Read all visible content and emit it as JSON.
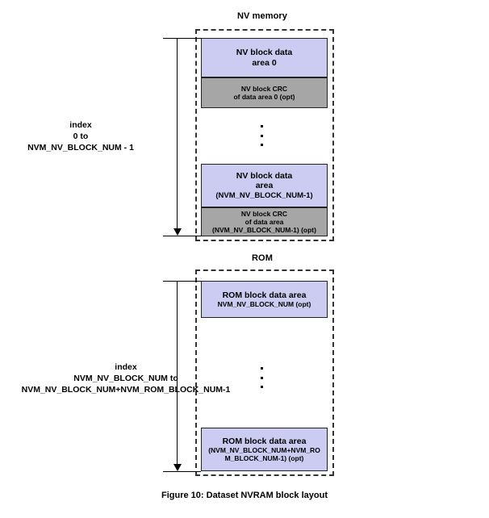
{
  "figure": {
    "caption": "Figure 10: Dataset NVRAM block layout"
  },
  "colors": {
    "data_block_fill": "#ccccf2",
    "crc_block_fill": "#a6a6a6",
    "outline": "#333333",
    "text": "#000000"
  },
  "sections": {
    "nv_memory": {
      "title": "NV memory",
      "index_label": {
        "line1": "index",
        "line2": "0 to",
        "line3": "NVM_NV_BLOCK_NUM - 1"
      },
      "blocks": [
        {
          "kind": "data",
          "line1": "NV block data",
          "line2": "area 0"
        },
        {
          "kind": "crc",
          "line1": "NV block CRC",
          "line2": "of  data area 0 (opt)"
        },
        {
          "kind": "data",
          "line1": "NV block data",
          "line2": "area",
          "line3": "(NVM_NV_BLOCK_NUM-1)"
        },
        {
          "kind": "crc",
          "line1": "NV block CRC",
          "line2": "of  data area",
          "line3": "(NVM_NV_BLOCK_NUM-1) (opt)"
        }
      ],
      "ellipsis": "⋮"
    },
    "rom": {
      "title": "ROM",
      "index_label": {
        "line1": "index",
        "line2": "NVM_NV_BLOCK_NUM to",
        "line3": "NVM_NV_BLOCK_NUM+NVM_ROM_BLOCK_NUM-1"
      },
      "blocks": [
        {
          "kind": "data",
          "line1": "ROM block data area",
          "line2": "NVM_NV_BLOCK_NUM (opt)"
        },
        {
          "kind": "data",
          "line1": "ROM block data area",
          "line2": "(NVM_NV_BLOCK_NUM+NVM_RO",
          "line3": "M_BLOCK_NUM-1) (opt)"
        }
      ],
      "ellipsis": "⋮"
    }
  }
}
